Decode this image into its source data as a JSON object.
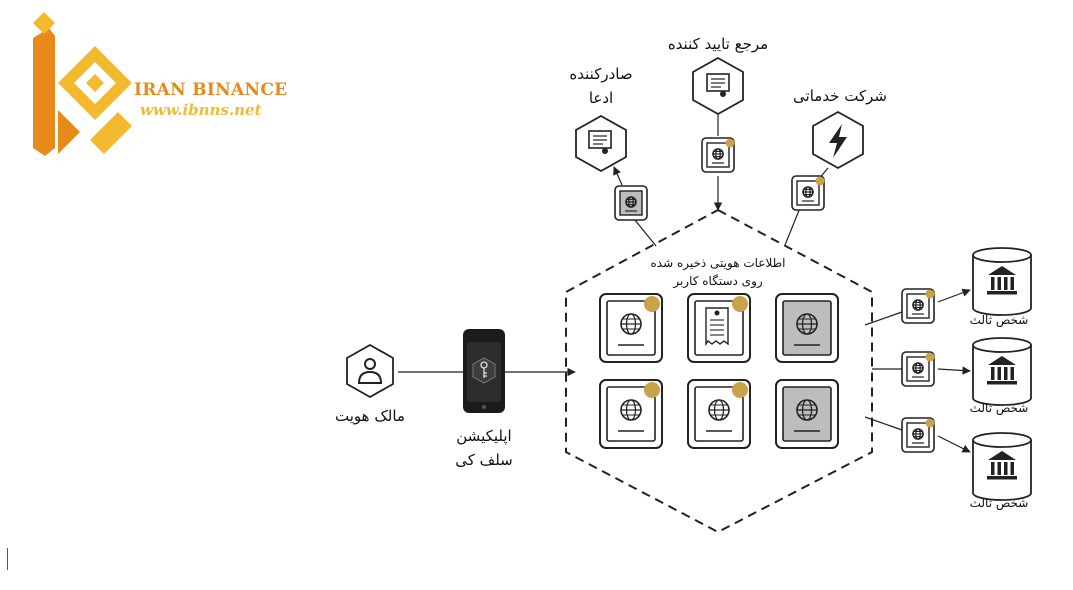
{
  "brand": {
    "name": "IRAN BINANCE",
    "url": "www.ibnns.net",
    "color_primary": "#F3BA2F",
    "color_secondary": "#E8891B"
  },
  "nodes": {
    "issuer": {
      "line1": "صادرکننده",
      "line2": "ادعا",
      "icon": "certificate-document-icon"
    },
    "verifier": {
      "label": "مرجع تایید کننده",
      "icon": "certificate-document-icon"
    },
    "service": {
      "label": "شرکت خدماتی",
      "icon": "lightning-bolt-icon"
    },
    "owner": {
      "label": "مالک هویت",
      "icon": "user-icon"
    },
    "app": {
      "line1": "اپلیکیشن",
      "line2": "سلف کی",
      "icon": "key-icon"
    },
    "wallet": {
      "line1": "اطلاعات هویتی ذخیره شده",
      "line2": "روی دستگاه کاربر"
    },
    "third_parties": [
      {
        "label": "شخص ثالث",
        "icon": "bank-building-icon"
      },
      {
        "label": "شخص ثالث",
        "icon": "bank-building-icon"
      },
      {
        "label": "شخص ثالث",
        "icon": "bank-building-icon"
      }
    ]
  },
  "colors": {
    "stroke": "#222222",
    "badge_gold": "#C9A24A",
    "gray_fill": "#BDBDBD"
  }
}
